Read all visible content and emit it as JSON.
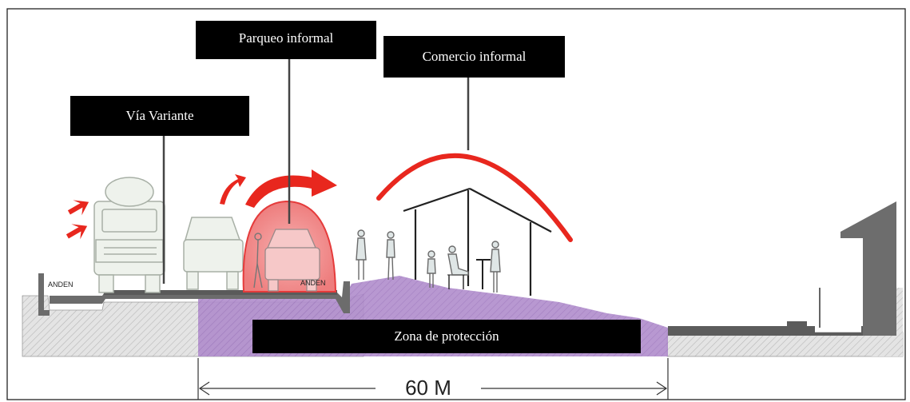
{
  "labels": {
    "parqueo": "Parqueo informal",
    "comercio": "Comercio informal",
    "via": "Vía Variante",
    "zona": "Zona de protección"
  },
  "sidewalk_left": "ANDEN",
  "sidewalk_right": "ANDEN",
  "dimension": "60 M",
  "colors": {
    "ground_hatch": "#d9d9d9",
    "protection_zone": "#a884c4",
    "road": "#6f6f6f",
    "arrow_red": "#e8271e",
    "parking_highlight": "#f08c8c"
  }
}
